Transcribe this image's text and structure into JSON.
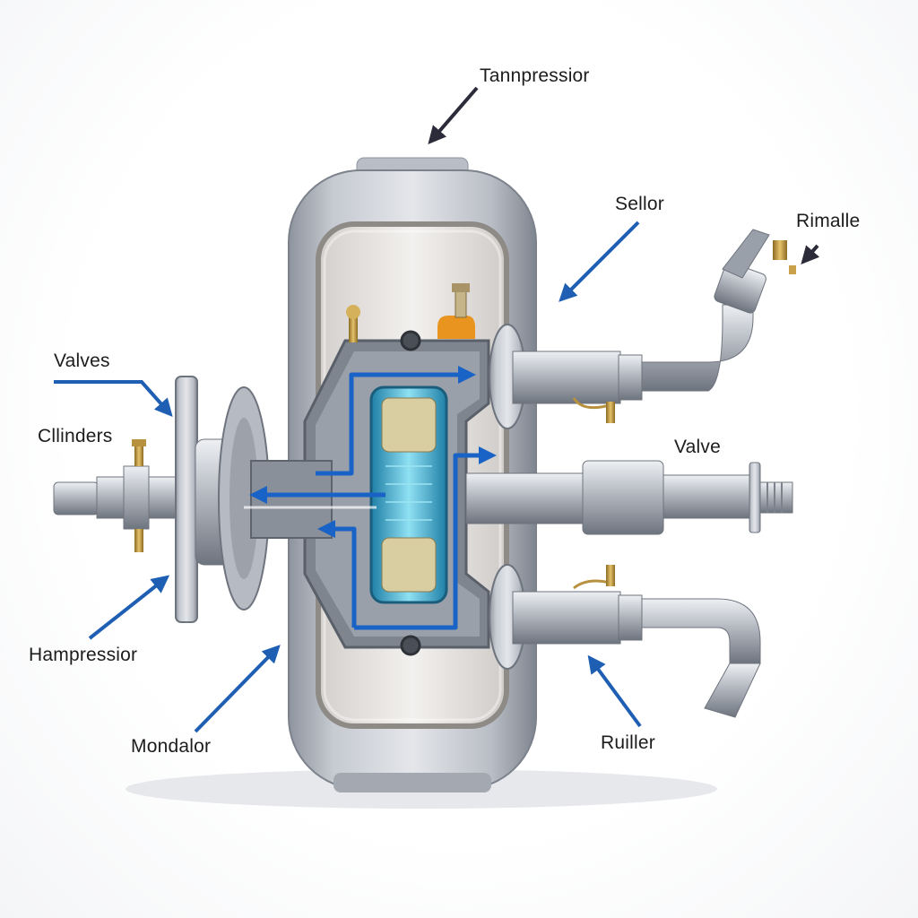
{
  "labels": {
    "top": "Tannpressior",
    "sellor": "Sellor",
    "rimalle": "Rimalle",
    "valves": "Valves",
    "cllinders": "Cllinders",
    "valve": "Valve",
    "hampressior": "Hampressior",
    "mondalor": "Mondalor",
    "ruiller": "Ruiller"
  },
  "colors": {
    "arrow_blue": "#1f5fb3",
    "arrow_dark": "#2b2b3a",
    "metal": "#a9adb6",
    "flow_blue": "#1a63c6",
    "core_cyan": "#48b6d8",
    "brass": "#c9a14a",
    "orange_cap": "#e8941f"
  },
  "icons": [
    "compressor-tank-illustration",
    "pointer-arrow-icon"
  ]
}
